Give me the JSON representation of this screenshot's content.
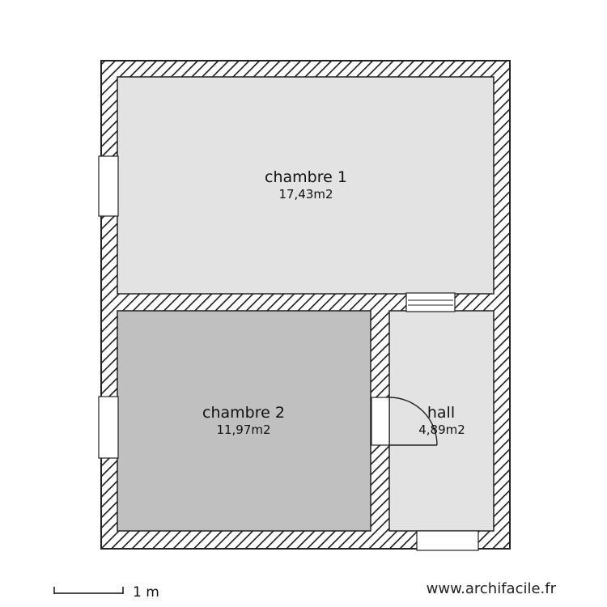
{
  "plan": {
    "rooms": [
      {
        "name": "chambre 1",
        "area": "17,43m2",
        "fill": "#e3e3e3"
      },
      {
        "name": "chambre 2",
        "area": "11,97m2",
        "fill": "#c0c0c0"
      },
      {
        "name": "hall",
        "area": "4,89m2",
        "fill": "#e3e3e3"
      }
    ],
    "wall_color": "#222222",
    "scale": {
      "label": "1 m"
    },
    "watermark": "www.archifacile.fr"
  }
}
